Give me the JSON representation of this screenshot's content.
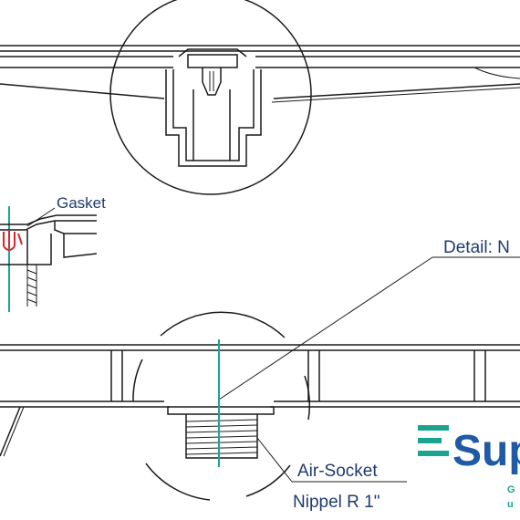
{
  "labels": {
    "gasket": "Gasket",
    "detail": "Detail: N",
    "air_socket": "Air-Socket",
    "nippel": "Nippel R 1\""
  },
  "logo": {
    "text": "Sup",
    "sub_line_1": "G",
    "sub_line_2": "u"
  },
  "colors": {
    "line": "#1a1a1a",
    "label_text": "#1f3b6e",
    "axis": "#16a79a",
    "gasket_highlight": "#d9262a",
    "logo_teal": "#1aa48f",
    "logo_blue": "#1f5aa6"
  }
}
